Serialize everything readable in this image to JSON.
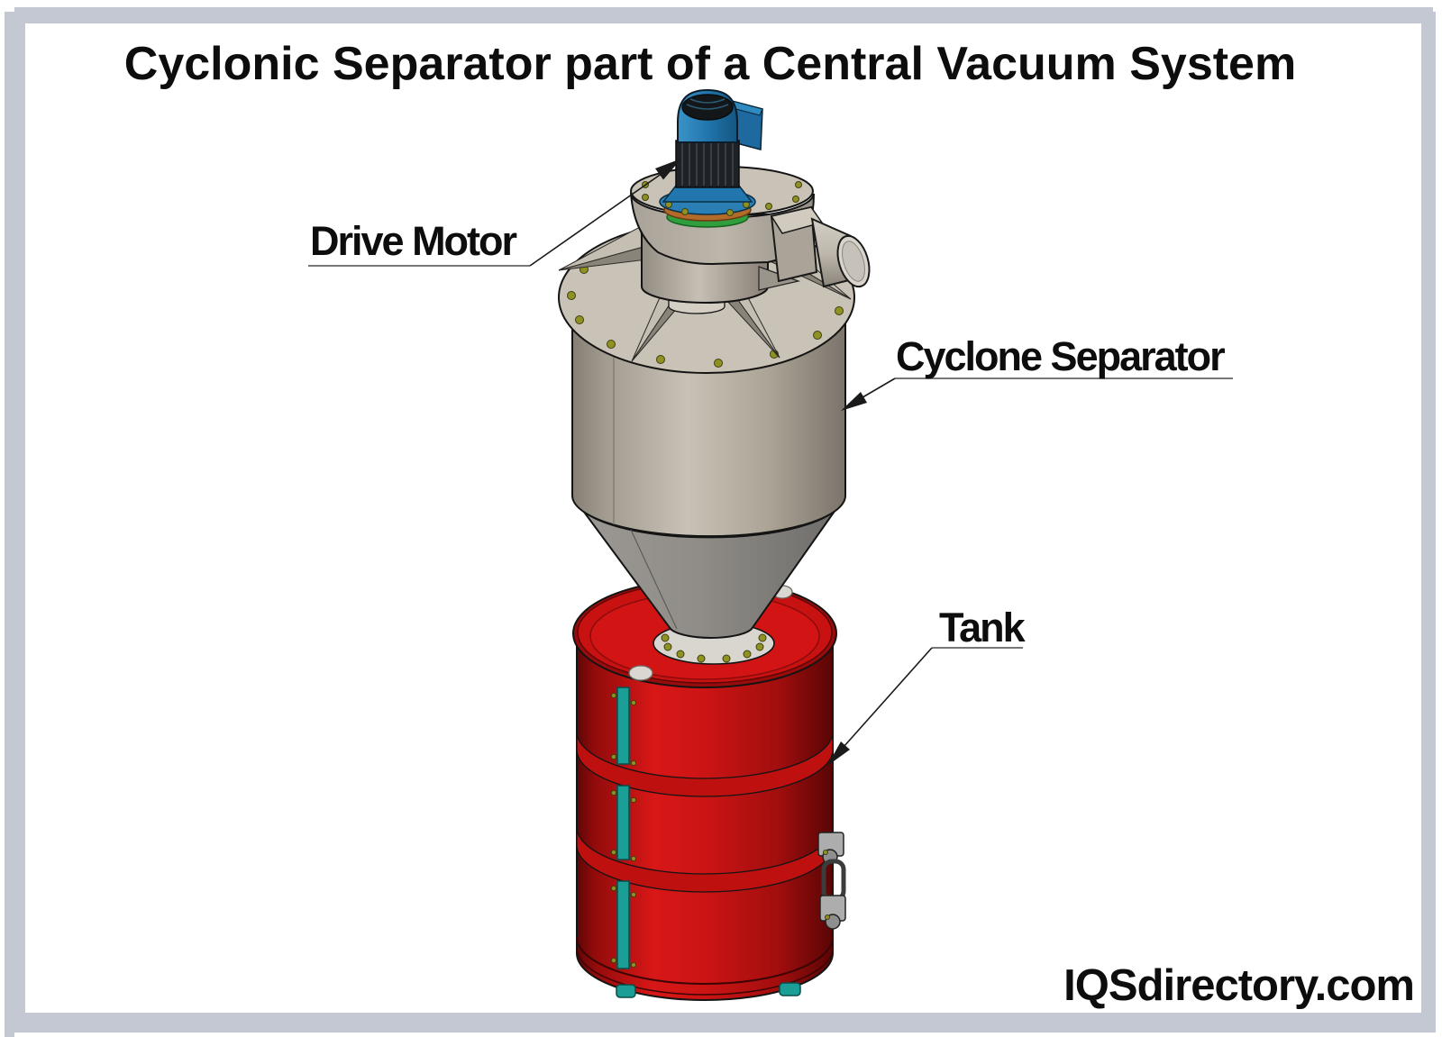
{
  "title": "Cyclonic Separator part of a Central Vacuum System",
  "watermark": "IQSdirectory.com",
  "labels": {
    "drive_motor": "Drive Motor",
    "cyclone_separator": "Cyclone Separator",
    "tank": "Tank"
  },
  "colors": {
    "frame_gray": "#c4c8d3",
    "machine_tan": "#c9c2b6",
    "machine_tan_dark": "#8e877d",
    "cone_gray": "#8f8d89",
    "tank_red": "#cf1212",
    "tank_red_dark": "#7e0909",
    "stripe_teal": "#1b9e96",
    "motor_blue": "#2176ad",
    "motor_dark": "#1e2226",
    "bolt_olive": "#8f9223",
    "gasket_green": "#2f9e3c",
    "gasket_orange": "#b26b28",
    "text_black": "#111111"
  }
}
